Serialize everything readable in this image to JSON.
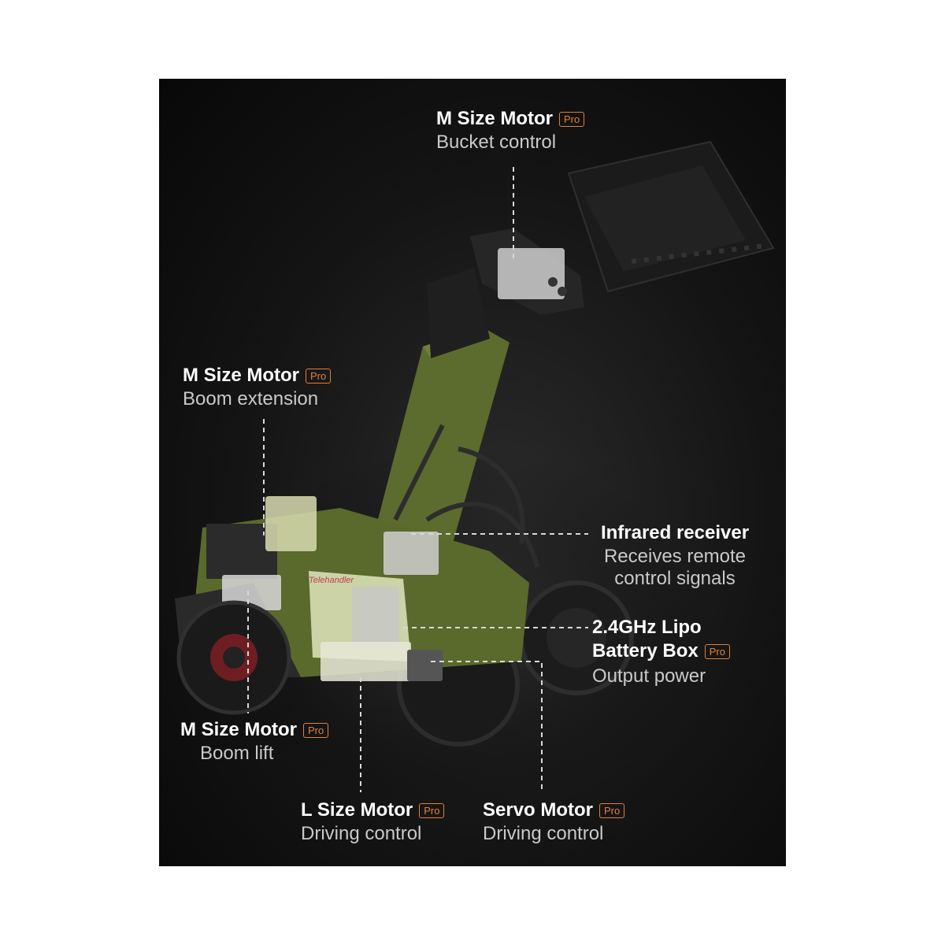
{
  "colors": {
    "background": "#111111",
    "text_primary": "#ffffff",
    "text_secondary": "#c9c9c9",
    "badge": "#e0803a",
    "vehicle_green": "#5c6b2e",
    "leader_line": "#d8d8d8"
  },
  "callouts": {
    "bucket": {
      "title": "M Size Motor",
      "badge": "Pro",
      "subtitle": "Bucket control"
    },
    "boom_extension": {
      "title": "M Size Motor",
      "badge": "Pro",
      "subtitle": "Boom extension"
    },
    "infrared": {
      "title": "Infrared receiver",
      "subtitle_line1": "Receives remote",
      "subtitle_line2": "control signals"
    },
    "battery": {
      "title_line1": "2.4GHz Lipo",
      "title_line2": "Battery Box",
      "badge": "Pro",
      "subtitle": "Output power"
    },
    "boom_lift": {
      "title": "M Size Motor",
      "badge": "Pro",
      "subtitle": "Boom lift"
    },
    "l_motor": {
      "title": "L Size Motor",
      "badge": "Pro",
      "subtitle": "Driving control"
    },
    "servo": {
      "title": "Servo Motor",
      "badge": "Pro",
      "subtitle": "Driving control"
    }
  },
  "vehicle": {
    "boom_decal": "Telehandler"
  }
}
